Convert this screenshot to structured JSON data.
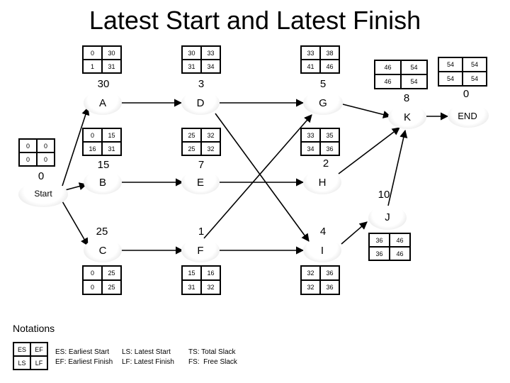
{
  "title": "Latest Start and Latest Finish",
  "nodes": {
    "start": {
      "label": "Start",
      "duration": "0",
      "top": [
        "0",
        "0"
      ],
      "bottom": [
        "0",
        "0"
      ]
    },
    "A": {
      "label": "A",
      "duration": "30",
      "top": [
        "0",
        "30"
      ],
      "bottom": [
        "1",
        "31"
      ]
    },
    "D": {
      "label": "D",
      "duration": "3",
      "top": [
        "30",
        "33"
      ],
      "bottom": [
        "31",
        "34"
      ]
    },
    "G": {
      "label": "G",
      "duration": "5",
      "top": [
        "33",
        "38"
      ],
      "bottom": [
        "41",
        "46"
      ]
    },
    "K": {
      "label": "K",
      "duration": "8",
      "top": [
        "46",
        "54"
      ],
      "bottom": [
        "46",
        "54"
      ]
    },
    "end": {
      "label": "END",
      "duration": "0",
      "top": [
        "54",
        "54"
      ],
      "bottom": [
        "54",
        "54"
      ]
    },
    "B": {
      "label": "B",
      "duration": "15",
      "top": [
        "0",
        "15"
      ],
      "bottom": [
        "16",
        "31"
      ]
    },
    "E": {
      "label": "E",
      "duration": "7",
      "top": [
        "25",
        "32"
      ],
      "bottom": [
        "25",
        "32"
      ]
    },
    "H": {
      "label": "H",
      "duration": "2",
      "top": [
        "33",
        "35"
      ],
      "bottom": [
        "34",
        "36"
      ]
    },
    "C": {
      "label": "C",
      "duration": "25",
      "top": [
        "0",
        "25"
      ],
      "bottom": [
        "0",
        "25"
      ]
    },
    "F": {
      "label": "F",
      "duration": "1",
      "top": [
        "15",
        "16"
      ],
      "bottom": [
        "31",
        "32"
      ]
    },
    "I": {
      "label": "I",
      "duration": "4",
      "top": [
        "32",
        "36"
      ],
      "bottom": [
        "32",
        "36"
      ]
    },
    "J": {
      "label": "J",
      "duration": "10",
      "top": [
        "36",
        "46"
      ],
      "bottom": [
        "36",
        "46"
      ]
    }
  },
  "notations": {
    "heading": "Notations",
    "legend_box": [
      "ES",
      "EF",
      "LS",
      "LF"
    ],
    "col1": "ES: Earliest Start\nEF: Earliest Finish",
    "col2": "LS: Latest Start\nLF: Latest Finish",
    "col3": "TS: Total Slack\nFS:  Free Slack"
  }
}
